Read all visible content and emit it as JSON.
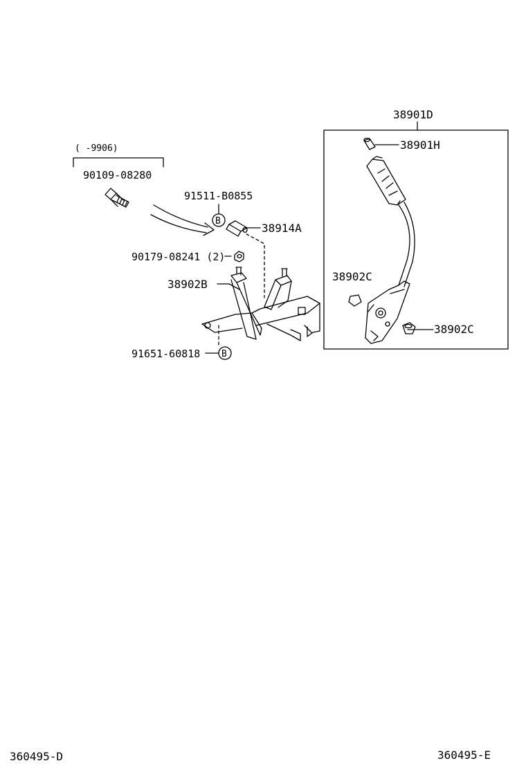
{
  "labels": {
    "date_range": "(    -9906)",
    "bolt": "90109-08280",
    "clip_top": "91511-B0855",
    "pin": "38914A",
    "nut": "90179-08241 (2)",
    "bracket": "38902B",
    "clip_bottom": "91651-60818",
    "assembly": "38901D",
    "knob": "38901H",
    "bushing_left": "38902C",
    "bushing_right": "38902C",
    "marker_b1": "B",
    "marker_b2": "B"
  },
  "footer": {
    "left_code": "360495-D",
    "right_code": "360495-E"
  }
}
